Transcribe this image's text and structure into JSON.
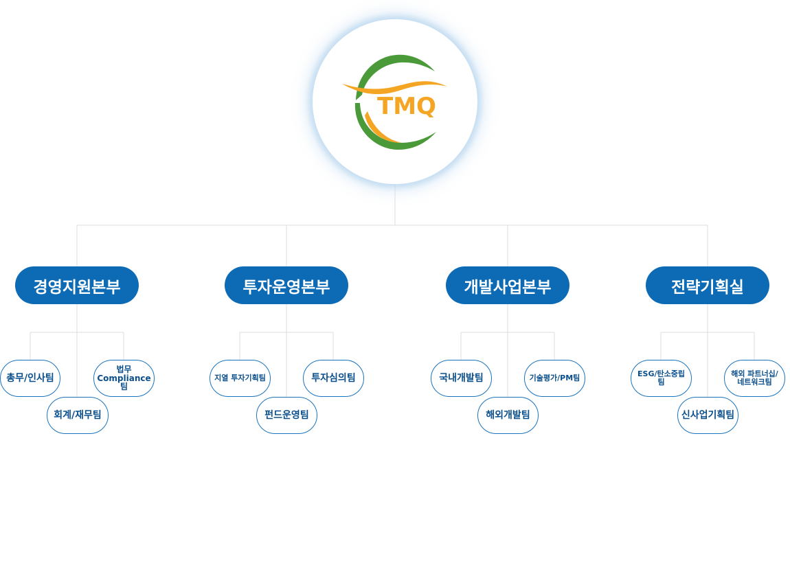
{
  "logo": {
    "text": "TMQ",
    "colors": {
      "green": "#4a9a3a",
      "orange": "#f4a523"
    }
  },
  "colors": {
    "division_bg": "#0d6bb5",
    "team_border": "#1a73bd",
    "team_text": "#0a4f8c",
    "connector": "#d9dde2"
  },
  "divisions": [
    {
      "name": "경영지원본부",
      "teams": [
        "총무/인사팀",
        "법무\nCompliance팀",
        "회계/재무팀"
      ]
    },
    {
      "name": "투자운영본부",
      "teams": [
        "지열 투자기획팀",
        "투자심의팀",
        "펀드운영팀"
      ]
    },
    {
      "name": "개발사업본부",
      "teams": [
        "국내개발팀",
        "기술평가/PM팀",
        "해외개발팀"
      ]
    },
    {
      "name": "전략기획실",
      "teams": [
        "ESG/탄소중립팀",
        "해외 파트너십/\n네트워크팀",
        "신사업기획팀"
      ]
    }
  ]
}
